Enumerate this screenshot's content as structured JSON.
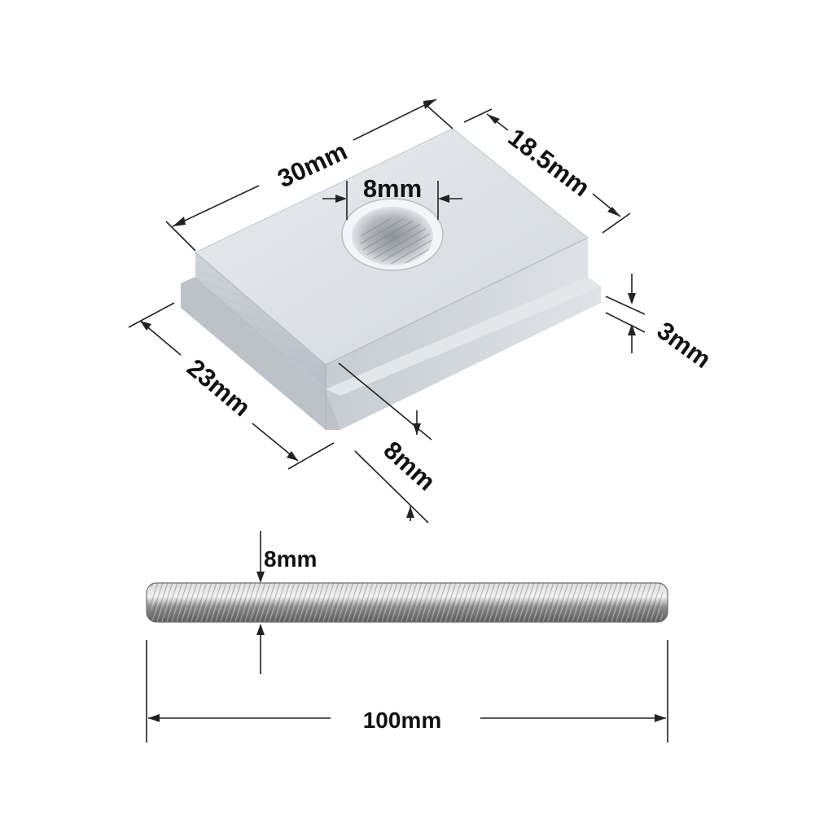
{
  "labels": {
    "length": "30mm",
    "width": "18.5mm",
    "hole": "8mm",
    "flange": "3mm",
    "depth": "23mm",
    "slot": "8mm",
    "rod_diameter": "8mm",
    "rod_length": "100mm"
  },
  "colors": {
    "aluminum_top": "#dde2e7",
    "aluminum_side": "#c9ced4",
    "aluminum_edge": "#b3b9c0",
    "rod_metal": "#9a9a9a",
    "dimension_line": "#222222",
    "text": "#111111"
  }
}
